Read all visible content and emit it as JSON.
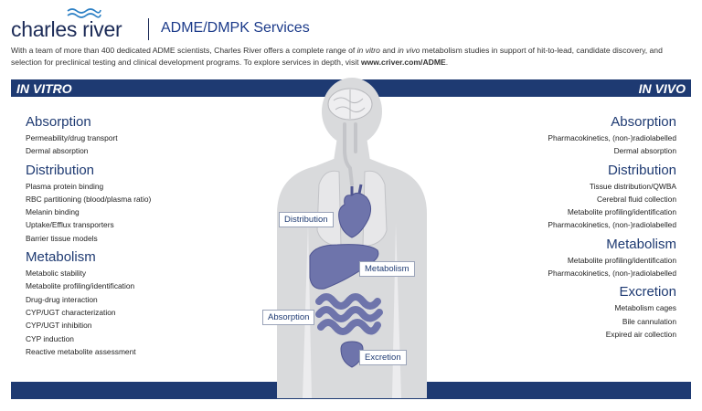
{
  "header": {
    "logo_text": "charles river",
    "service_title": "ADME/DMPK Services"
  },
  "intro": {
    "part1": "With a team of more than 400 dedicated ADME scientists, Charles River offers a complete range of ",
    "in_vitro": "in vitro",
    "and": " and ",
    "in_vivo": "in vivo",
    "part2": " metabolism studies in support of hit-to-lead, candidate discovery, and selection for preclinical testing and clinical development programs. To explore services in depth, visit ",
    "url": "www.criver.com/ADME",
    "end": "."
  },
  "bands": {
    "left_label": "IN VITRO",
    "right_label": "IN VIVO"
  },
  "in_vitro": [
    {
      "title": "Absorption",
      "items": [
        "Permeability/drug transport",
        "Dermal absorption"
      ]
    },
    {
      "title": "Distribution",
      "items": [
        "Plasma protein binding",
        "RBC partitioning (blood/plasma ratio)",
        "Melanin binding",
        "Uptake/Efflux transporters",
        "Barrier tissue models"
      ]
    },
    {
      "title": "Metabolism",
      "items": [
        "Metabolic stability",
        "Metabolite profiling/identification",
        "Drug-drug interaction",
        "CYP/UGT characterization",
        "CYP/UGT inhibition",
        "CYP induction",
        "Reactive metabolite assessment"
      ]
    }
  ],
  "in_vivo": [
    {
      "title": "Absorption",
      "items": [
        "Pharmacokinetics, (non-)radiolabelled",
        "Dermal absorption"
      ]
    },
    {
      "title": "Distribution",
      "items": [
        "Tissue distribution/QWBA",
        "Cerebral fluid collection",
        "Metabolite profiling/identification",
        "Pharmacokinetics, (non-)radiolabelled"
      ]
    },
    {
      "title": "Metabolism",
      "items": [
        "Metabolite profiling/identification",
        "Pharmacokinetics, (non-)radiolabelled"
      ]
    },
    {
      "title": "Excretion",
      "items": [
        "Metabolism cages",
        "Bile cannulation",
        "Expired air collection"
      ]
    }
  ],
  "figure_labels": {
    "distribution": "Distribution",
    "metabolism": "Metabolism",
    "absorption": "Absorption",
    "excretion": "Excretion"
  },
  "colors": {
    "navy": "#1e3a72",
    "organ": "#6e74ab",
    "silhouette": "#d9dadc"
  }
}
